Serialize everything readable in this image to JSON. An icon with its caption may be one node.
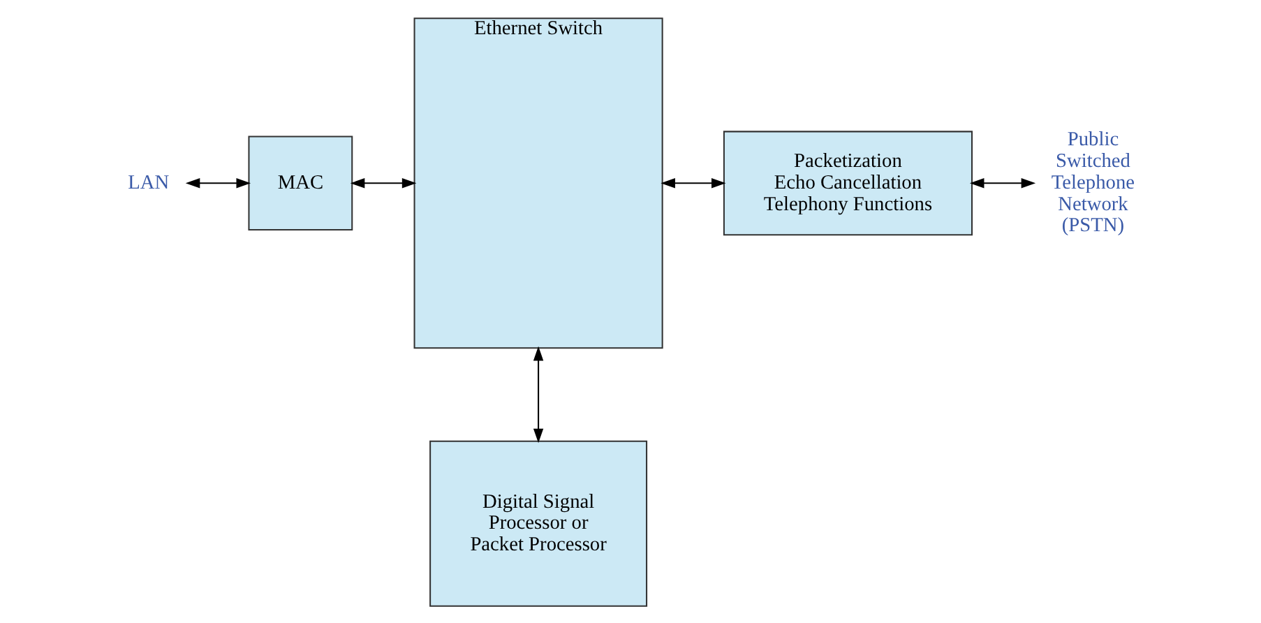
{
  "diagram": {
    "nodes": [
      {
        "text": [
          "LAN"
        ]
      },
      {
        "text": [
          "MAC"
        ]
      },
      {
        "text": [
          "Ethernet Switch"
        ]
      },
      {
        "text": [
          "Packetization",
          "Echo Cancellation",
          "Telephony Functions"
        ]
      },
      {
        "text": [
          "Public Switched Telephone Network (PSTN)"
        ]
      },
      {
        "text": [
          "Digital Signal Processor or Packet Processor"
        ]
      }
    ],
    "edges": [
      {
        "from": 0,
        "to": 1,
        "arrow": "both"
      },
      {
        "from": 1,
        "to": 2,
        "arrow": "both"
      },
      {
        "from": 2,
        "to": 3,
        "arrow": "both"
      },
      {
        "from": 3,
        "to": 4,
        "arrow": "both"
      },
      {
        "from": 2,
        "to": 5,
        "arrow": "both"
      }
    ]
  }
}
